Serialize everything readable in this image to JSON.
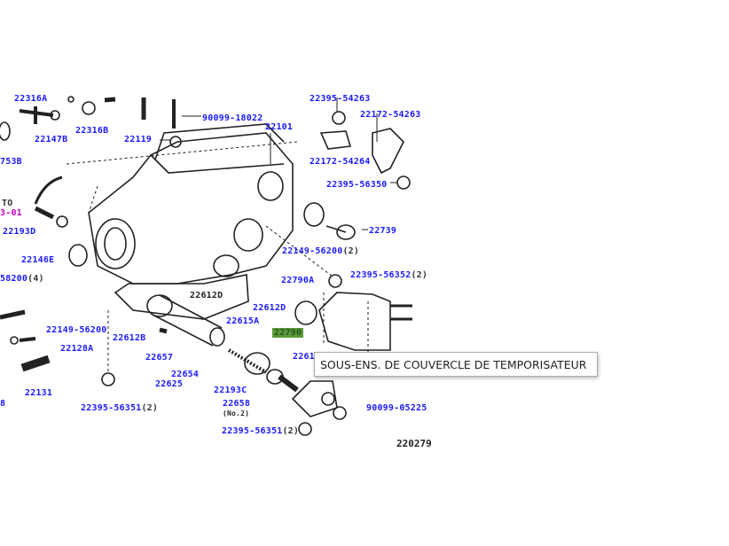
{
  "diagram": {
    "figure_number": "220279",
    "tooltip": "SOUS-ENS. DE COUVERCLE DE TEMPORISATEUR",
    "highlight_color": "#5a9a3a",
    "label_color": "#1a1aff",
    "labels": {
      "p22316A": "22316A",
      "p22147B": "22147B",
      "p22316B": "22316B",
      "p753B": "753B",
      "to": "TO",
      "to_ref": "3-01",
      "p22193D": "22193D",
      "p22146E": "22146E",
      "p58200": "58200",
      "p58200_qty": "(4)",
      "p90099_18022": "90099-18022",
      "p22101": "22101",
      "p22119": "22119",
      "p22395_54263": "22395-54263",
      "p22172_54263": "22172-54263",
      "p22172_54264": "22172-54264",
      "p22395_56350": "22395-56350",
      "p22739": "22739",
      "p22149_56200a": "22149-56200",
      "p22149_56200a_qty": "(2)",
      "p22790A": "22790A",
      "p22395_56352": "22395-56352",
      "p22395_56352_qty": "(2)",
      "p22612D_a": "22612D",
      "p22612D_b": "22612D",
      "p22615A": "22615A",
      "p22149_56200b": "22149-56200",
      "p22612B": "22612B",
      "p22128A": "22128A",
      "p22790": "22790",
      "p22657": "22657",
      "p22654": "22654",
      "p22625": "22625",
      "p22131": "22131",
      "p22193C": "22193C",
      "p22658": "22658",
      "p22658_no": "(No.2)",
      "p22395_56351a": "22395-56351",
      "p22395_56351a_qty": "(2)",
      "p22395_56351b": "22395-56351",
      "p22395_56351b_qty": "(2)",
      "p90099_05225": "90099-05225",
      "p2261": "2261",
      "p8": "8"
    }
  }
}
